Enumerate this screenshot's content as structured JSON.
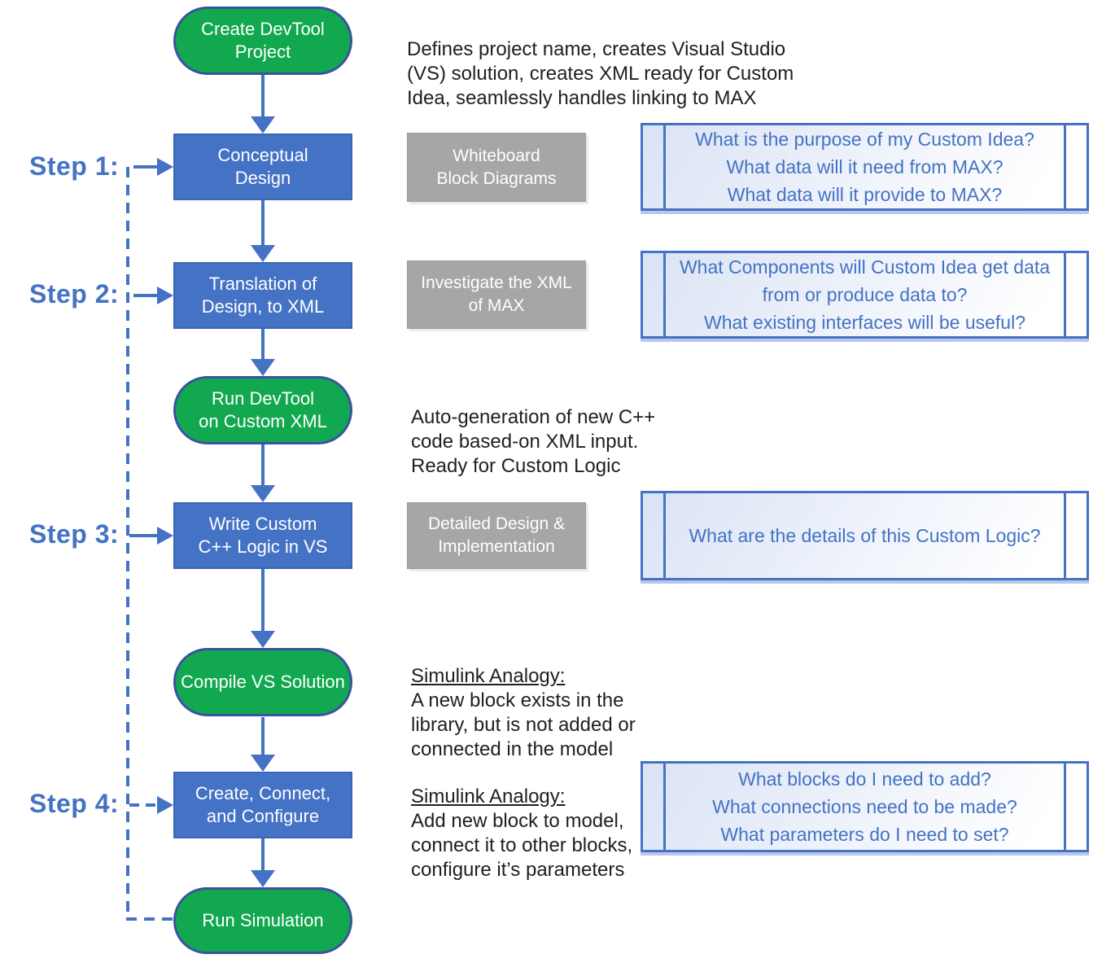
{
  "steps": [
    {
      "label": "Step 1:"
    },
    {
      "label": "Step 2:"
    },
    {
      "label": "Step 3:"
    },
    {
      "label": "Step 4:"
    }
  ],
  "flow": {
    "nodes": [
      {
        "type": "terminal",
        "label": "Create DevTool\nProject"
      },
      {
        "type": "process",
        "label": "Conceptual\nDesign"
      },
      {
        "type": "process",
        "label": "Translation of\nDesign, to XML"
      },
      {
        "type": "terminal",
        "label": "Run DevTool\non Custom XML"
      },
      {
        "type": "process",
        "label": "Write Custom\nC++ Logic in VS"
      },
      {
        "type": "terminal",
        "label": "Compile VS Solution"
      },
      {
        "type": "process",
        "label": "Create, Connect,\nand Configure"
      },
      {
        "type": "terminal",
        "label": "Run Simulation"
      }
    ]
  },
  "activities": [
    {
      "text": "Whiteboard\nBlock Diagrams"
    },
    {
      "text": "Investigate the XML\nof MAX"
    },
    {
      "text": "Detailed Design &\nImplementation"
    }
  ],
  "descriptions": [
    {
      "heading": "",
      "text": "Defines project name, creates Visual Studio\n(VS) solution, creates XML ready for Custom\nIdea, seamlessly handles linking to MAX"
    },
    {
      "heading": "",
      "text": "Auto-generation of new C++\ncode based-on XML input.\nReady for Custom Logic"
    },
    {
      "heading": "Simulink Analogy:",
      "text": "A new block exists in the\nlibrary, but is not added or\nconnected in the model"
    },
    {
      "heading": "Simulink Analogy:",
      "text": "Add new block to model,\nconnect it to other blocks,\nconfigure it’s parameters"
    }
  ],
  "questions": [
    {
      "text": "What is the purpose of my Custom Idea?\nWhat data will it need from MAX?\nWhat data will it provide to MAX?"
    },
    {
      "text": "What Components will Custom Idea get data\nfrom or produce data to?\nWhat existing interfaces will be useful?"
    },
    {
      "text": "What are the details of this Custom Logic?"
    },
    {
      "text": "What blocks do I need to add?\nWhat connections need to be made?\nWhat parameters do I need to set?"
    }
  ],
  "colors": {
    "accent_blue": "#4472C4",
    "node_green": "#12A84F",
    "pill_border_navy": "#3A53A0",
    "gray_box": "#A6A6A6",
    "panel_gradient_start": "#DBE3F4",
    "text_black": "#202020"
  }
}
